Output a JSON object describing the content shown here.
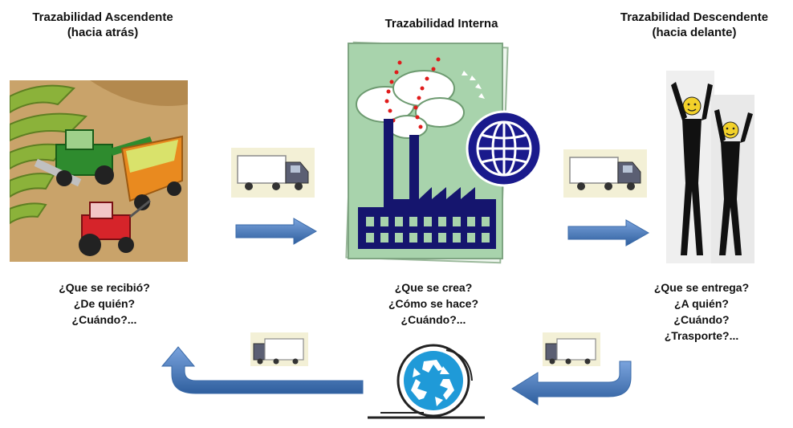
{
  "columns": {
    "ascendente": {
      "title_line1": "Trazabilidad Ascendente",
      "title_line2": "(hacia atrás)",
      "questions": [
        "¿Que se recibió?",
        "¿De quién?",
        "¿Cuándo?..."
      ]
    },
    "interna": {
      "title_line1": "Trazabilidad Interna",
      "questions": [
        "¿Que se crea?",
        "¿Cómo se hace?",
        "¿Cuándo?..."
      ]
    },
    "descendente": {
      "title_line1": "Trazabilidad Descendente",
      "title_line2": "(hacia delante)",
      "questions": [
        "¿Que se entrega?",
        "¿A quién?",
        "¿Cuándo?",
        "¿Trasporte?..."
      ]
    }
  },
  "icons": {
    "farm": "farm-harvest-icon",
    "factory": "factory-icon",
    "globe": "globe-icon",
    "people": "people-icon",
    "truck": "truck-icon",
    "arrow": "arrow-icon",
    "recycle": "recycle-icon"
  },
  "colors": {
    "arrow_blue": "#4a7cc0",
    "globe_blue": "#1a1a8c",
    "factory_navy": "#15156e",
    "recycle_blue": "#1f9ad8"
  }
}
